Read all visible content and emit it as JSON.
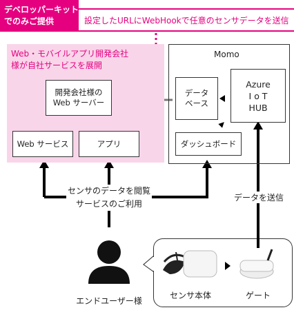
{
  "banner": {
    "badge": [
      "デベロッパーキット",
      "でのみご提供"
    ],
    "text": "設定したURLにWebHookで任意のセンサデータを送信"
  },
  "developer_area": {
    "title": [
      "Web・モバイルアプリ開発会社",
      "様が自社サービスを展開"
    ],
    "server": [
      "開発会社様の",
      "Web サーバー"
    ],
    "web_service": "Web サービス",
    "app": "アプリ"
  },
  "momo": {
    "title": "Momo",
    "database": [
      "データ",
      "ベース"
    ],
    "hub": [
      "Azure",
      "I o T",
      "HUB"
    ],
    "dashboard": "ダッシュボード"
  },
  "usage_label": [
    "センサのデータを閲覧",
    "サービスのご利用"
  ],
  "send_label": "データを送信",
  "end_user": "エンドユーザー様",
  "sensor": "センサ本体",
  "gate": "ゲート"
}
